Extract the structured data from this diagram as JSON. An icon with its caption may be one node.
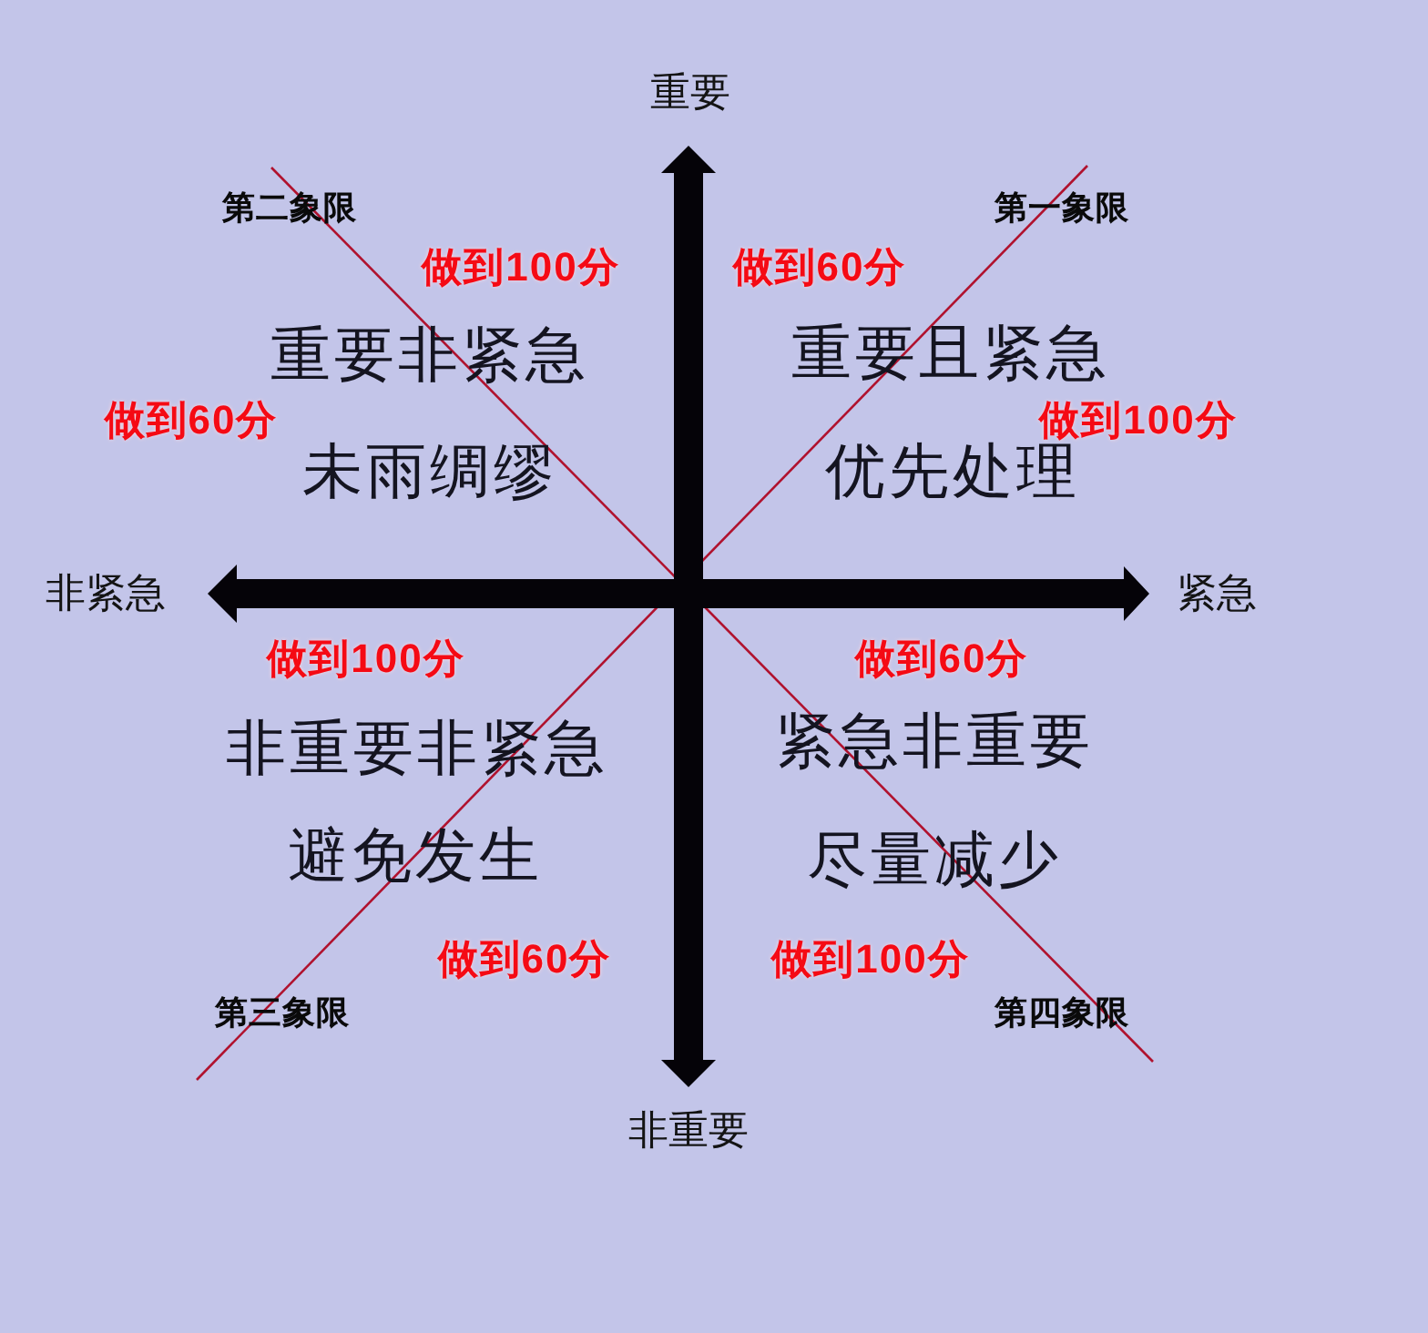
{
  "diagram": {
    "labels": [
      "重要",
      "第二象限",
      "第一象限",
      "做到100分",
      "做到60分",
      "重要非紧急",
      "重要且紧急",
      "做到60分",
      "做到100分",
      "未雨绸缪",
      "优先处理",
      "非紧急",
      "紧急",
      "做到100分",
      "做到60分",
      "非重要非紧急",
      "紧急非重要",
      "避免发生",
      "尽量减少",
      "做到60分",
      "做到100分",
      "第三象限",
      "第四象限",
      "非重要"
    ]
  }
}
